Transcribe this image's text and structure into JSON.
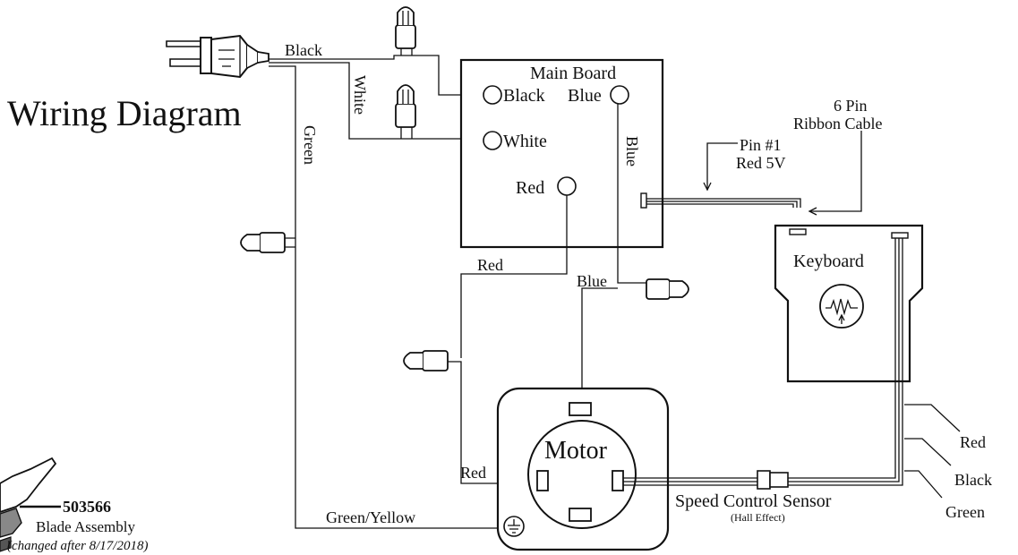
{
  "title": "Wiring Diagram",
  "main_board": {
    "title": "Main Board",
    "terminal_black": "Black",
    "terminal_blue": "Blue",
    "terminal_white": "White",
    "terminal_red": "Red"
  },
  "ribbon": {
    "label_line1": "6 Pin",
    "label_line2": "Ribbon Cable",
    "pin_line1": "Pin #1",
    "pin_line2": "Red 5V"
  },
  "keyboard": {
    "title": "Keyboard"
  },
  "motor": {
    "title": "Motor"
  },
  "wires": {
    "black": "Black",
    "white": "White",
    "green": "Green",
    "blue": "Blue",
    "red_upper": "Red",
    "red_lower": "Red",
    "green_yellow": "Green/Yellow"
  },
  "sensor": {
    "title": "Speed Control Sensor",
    "subtitle": "(Hall Effect)"
  },
  "sensor_wires": {
    "red": "Red",
    "black": "Black",
    "green": "Green"
  },
  "blade": {
    "part_number": "503566",
    "name": "Blade Assembly",
    "note": "(changed after 8/17/2018)"
  }
}
